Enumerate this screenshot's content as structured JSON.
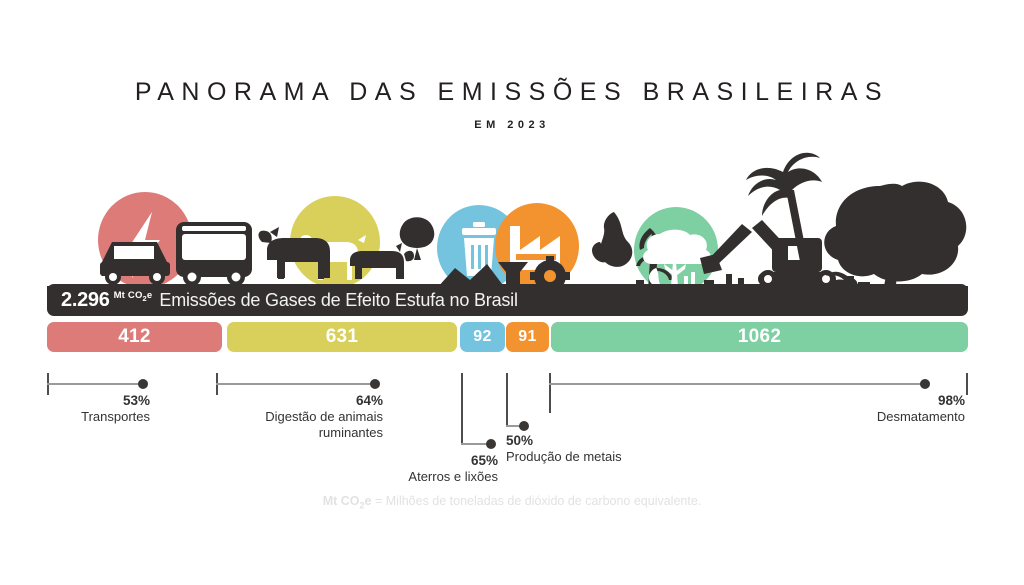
{
  "header": {
    "title": "PANORAMA DAS EMISSÕES BRASILEIRAS",
    "subtitle": "EM 2023"
  },
  "total_bar": {
    "value": "2.296",
    "unit": "Mt CO",
    "unit_sub": "2",
    "unit_tail": "e",
    "headline": "Emissões de Gases de Efeito Estufa no Brasil"
  },
  "chart_data": {
    "type": "bar",
    "title": "PANORAMA DAS EMISSÕES BRASILEIRAS",
    "subtitle": "EM 2023",
    "orientation": "stacked-horizontal",
    "unit": "Mt CO2e",
    "total": 2296,
    "total_label": "2.296",
    "xlabel": "",
    "ylabel": "",
    "grid": false,
    "legend": "none",
    "categories": [
      "Transportes",
      "Digestão de animais ruminantes",
      "Aterros e lixões",
      "Produção de metais",
      "Desmatamento"
    ],
    "values": [
      412,
      631,
      92,
      91,
      1062
    ],
    "share_percent": [
      53,
      64,
      65,
      50,
      98
    ],
    "colors": [
      "#dd7b78",
      "#d9d05c",
      "#74c4e0",
      "#f3932f",
      "#7ecfa2"
    ],
    "segments": [
      {
        "value": 412,
        "label": "412",
        "color": "#dd7b78",
        "percent": "53%",
        "name": "Transportes"
      },
      {
        "value": 631,
        "label": "631",
        "color": "#d9d05c",
        "percent": "64%",
        "name": "Digestão de animais ruminantes"
      },
      {
        "value": 92,
        "label": "92",
        "color": "#74c4e0",
        "percent": "65%",
        "name": "Aterros e lixões"
      },
      {
        "value": 91,
        "label": "91",
        "color": "#f3932f",
        "percent": "50%",
        "name": "Produção de metais"
      },
      {
        "value": 1062,
        "label": "1062",
        "color": "#7ecfa2",
        "percent": "98%",
        "name": "Desmatamento"
      }
    ]
  },
  "segments": {
    "s0": {
      "label": "412"
    },
    "s1": {
      "label": "631"
    },
    "s2": {
      "label": "92"
    },
    "s3": {
      "label": "91"
    },
    "s4": {
      "label": "1062"
    }
  },
  "annotations": {
    "a0": {
      "percent": "53%",
      "name": "Transportes"
    },
    "a1": {
      "percent": "64%",
      "name_line1": "Digestão de animais",
      "name_line2": "ruminantes"
    },
    "a2": {
      "percent": "65%",
      "name": "Aterros e lixões"
    },
    "a3": {
      "percent": "50%",
      "name": "Produção de metais"
    },
    "a4": {
      "percent": "98%",
      "name": "Desmatamento"
    }
  },
  "footnote": {
    "unit": "Mt CO",
    "unit_sub": "2",
    "unit_tail": "e",
    "text": "= Milhões de toneladas de dióxido de carbono equivalente."
  },
  "icons": {
    "transport": "car-and-bus-icon",
    "livestock": "cattle-icon",
    "waste": "trash-bin-icon",
    "industry": "factory-gear-icon",
    "deforestation": "excavator-and-tree-icon"
  },
  "colors": {
    "dark": "#332f2e",
    "red": "#dd7b78",
    "yellow": "#d9d05c",
    "blue": "#74c4e0",
    "orange": "#f3932f",
    "green": "#7ecfa2"
  }
}
